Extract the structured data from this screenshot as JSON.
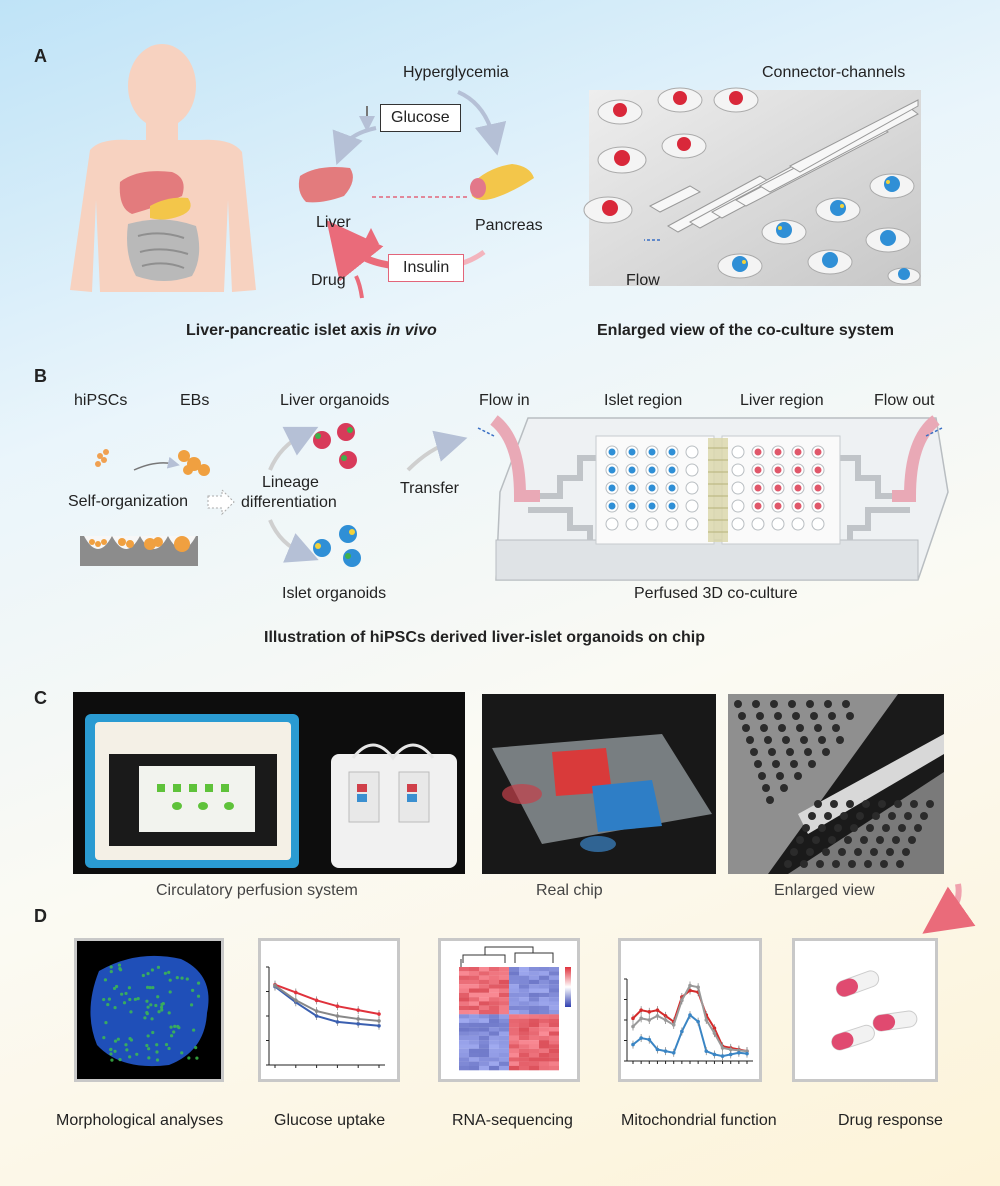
{
  "panels": {
    "a": "A",
    "b": "B",
    "c": "C",
    "d": "D"
  },
  "panel_a": {
    "hyperglycemia": "Hyperglycemia",
    "glucose": "Glucose",
    "liver": "Liver",
    "pancreas": "Pancreas",
    "insulin": "Insulin",
    "drug": "Drug",
    "connector_channels": "Connector-channels",
    "flow": "Flow",
    "caption_left_main": "Liver-pancreatic islet  axis",
    "caption_left_italic": "in vivo",
    "caption_right": "Enlarged  view of the co-culture system"
  },
  "panel_b": {
    "hipscs": "hiPSCs",
    "ebs": "EBs",
    "self_organization": "Self-organization",
    "lineage": "Lineage",
    "differentiation": "differentiation",
    "liver_organoids": "Liver organoids",
    "islet_organoids": "Islet organoids",
    "transfer": "Transfer",
    "flow_in": "Flow in",
    "islet_region": "Islet region",
    "liver_region": "Liver region",
    "flow_out": "Flow out",
    "perfused": "Perfused 3D co-culture",
    "caption": "Illustration of hiPSCs derived liver-islet organoids on chip"
  },
  "panel_c": {
    "circulatory": "Circulatory perfusion system",
    "real_chip": "Real chip",
    "enlarged_view": "Enlarged view"
  },
  "panel_d": {
    "morphological": "Morphological analyses",
    "glucose_uptake": "Glucose uptake",
    "rna_seq": "RNA-sequencing",
    "mitochondrial": "Mitochondrial function",
    "drug_response": "Drug response"
  },
  "colors": {
    "liver_red": "#e0576a",
    "islet_blue": "#2f8fd6",
    "accent_pink": "#e2657a"
  },
  "chart_data": [
    {
      "type": "line",
      "x": [
        1,
        2,
        3,
        4,
        5,
        6
      ],
      "series": [
        {
          "values": [
            0.82,
            0.74,
            0.66,
            0.6,
            0.56,
            0.52
          ],
          "color": "#e0323c"
        },
        {
          "values": [
            0.8,
            0.64,
            0.5,
            0.44,
            0.42,
            0.4
          ],
          "color": "#3a5fb0"
        },
        {
          "values": [
            0.81,
            0.66,
            0.55,
            0.5,
            0.47,
            0.45
          ],
          "color": "#888888"
        }
      ],
      "ylim": [
        0,
        1
      ],
      "grid": false
    },
    {
      "type": "line",
      "x": [
        1,
        2,
        3,
        4,
        5,
        6,
        7,
        8,
        9,
        10,
        11,
        12,
        13,
        14,
        15
      ],
      "series": [
        {
          "values": [
            0.52,
            0.62,
            0.6,
            0.62,
            0.55,
            0.48,
            0.78,
            0.86,
            0.84,
            0.56,
            0.4,
            0.18,
            0.16,
            0.14,
            0.12
          ],
          "color": "#d42a2a"
        },
        {
          "values": [
            0.42,
            0.52,
            0.5,
            0.55,
            0.5,
            0.44,
            0.74,
            0.92,
            0.9,
            0.5,
            0.34,
            0.16,
            0.14,
            0.13,
            0.12
          ],
          "color": "#999999"
        },
        {
          "values": [
            0.2,
            0.28,
            0.26,
            0.14,
            0.12,
            0.1,
            0.36,
            0.56,
            0.48,
            0.12,
            0.08,
            0.06,
            0.08,
            0.1,
            0.09
          ],
          "color": "#3a85c4"
        }
      ],
      "ylim": [
        0,
        1
      ],
      "grid": false
    }
  ]
}
